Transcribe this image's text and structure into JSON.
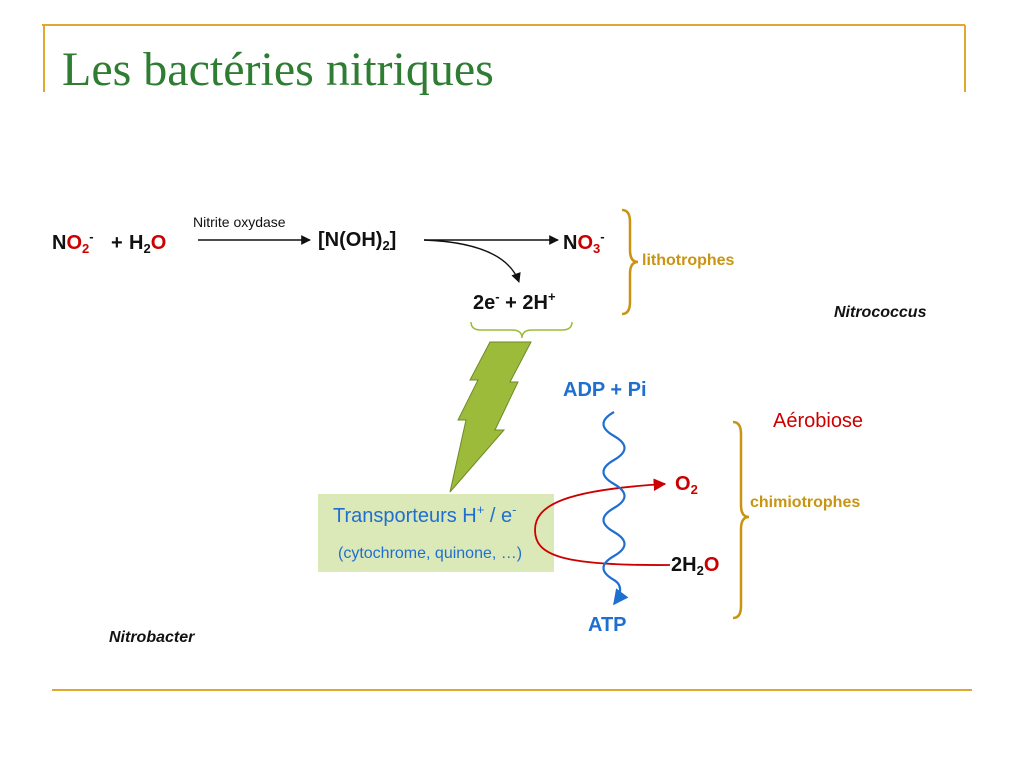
{
  "slide": {
    "title": "Les bactéries nitriques"
  },
  "reaction": {
    "enzyme_label": "Nitrite oxydase",
    "reactant1": {
      "n": "N",
      "o": "O",
      "sub": "2",
      "sup": "-"
    },
    "plus": "+",
    "reactant2": {
      "h": "H",
      "sub": "2",
      "o": "O"
    },
    "intermediate": {
      "open": "[N(OH)",
      "sub": "2",
      "close": "]"
    },
    "product": {
      "n": "N",
      "o": "O",
      "sub": "3",
      "sup": "-"
    },
    "byproduct": {
      "e": "2e",
      "esup": "-",
      "mid": " + 2H",
      "hsup": "+"
    },
    "lithotrophes_label": "lithotrophes"
  },
  "labels": {
    "nitrococcus": "Nitrococcus",
    "nitrobacter": "Nitrobacter"
  },
  "energy": {
    "adp_label": "ADP + Pi",
    "atp_label": "ATP",
    "aerobiose_label": "Aérobiose",
    "chimiotrophes_label": "chimiotrophes",
    "o2": {
      "o": "O",
      "sub": "2"
    },
    "water": {
      "pre": "2H",
      "sub": "2",
      "o": "O"
    }
  },
  "transporter": {
    "line1_main": "Transporteurs H",
    "line1_sup1": "+",
    "line1_mid": " / e",
    "line1_sup2": "-",
    "line2": "(cytochrome, quinone, …)"
  },
  "colors": {
    "title_green": "#2e7d32",
    "rule_gold": "#e0a82e",
    "brace_gold": "#c99412",
    "oxygen_red": "#cc0000",
    "atp_blue": "#1f6fd1",
    "bolt_green": "#9cbb3b",
    "box_green": "#dbe8b8"
  }
}
